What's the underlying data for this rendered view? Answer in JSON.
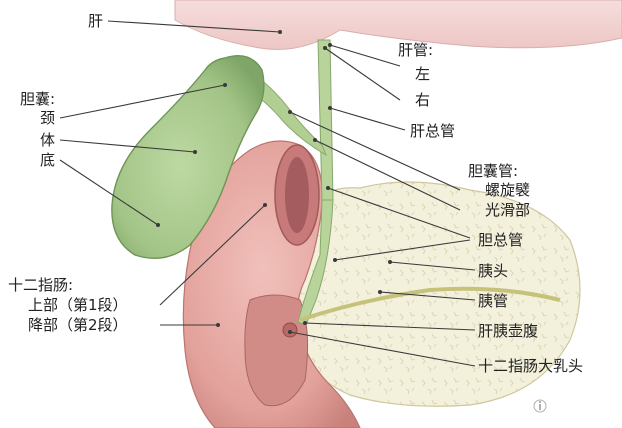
{
  "labels": {
    "liver": "肝",
    "hepatic_ducts": "肝管:",
    "left": "左",
    "right": "右",
    "common_hepatic_duct": "肝总管",
    "gallbladder": "胆囊:",
    "neck": "颈",
    "body": "体",
    "fundus": "底",
    "cystic_duct": "胆囊管:",
    "spiral_fold": "螺旋襞",
    "smooth_part": "光滑部",
    "common_bile_duct": "胆总管",
    "pancreas_head": "胰头",
    "pancreatic_duct": "胰管",
    "ampulla": "肝胰壶腹",
    "major_papilla": "十二指肠大乳头",
    "duodenum": "十二指肠:",
    "superior_part": "上部（第1段）",
    "descending_part": "降部（第2段）"
  },
  "colors": {
    "gallbladder": "#a8c98a",
    "liver": "#f2d4d2",
    "duodenum": "#e8a9a4",
    "pancreas": "#f2efd8",
    "duct": "#b9d49a"
  },
  "watermark_icon": "info-icon"
}
